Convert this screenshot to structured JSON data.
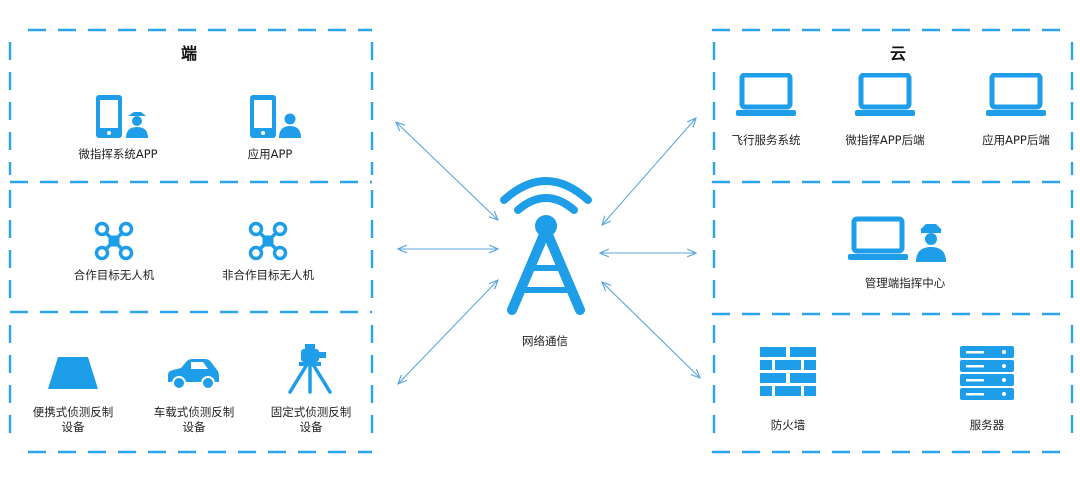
{
  "colors": {
    "accent": "#1e9ee8",
    "dash": "#2ba6ee",
    "arrow": "#5aa9e0",
    "text": "#1f1f1f"
  },
  "left": {
    "title": "端",
    "top_items": [
      {
        "label": "微指挥系统APP",
        "icon": "phone-officer-icon"
      },
      {
        "label": "应用APP",
        "icon": "phone-user-icon"
      }
    ],
    "mid_items": [
      {
        "label": "合作目标无人机",
        "icon": "drone-icon"
      },
      {
        "label": "非合作目标无人机",
        "icon": "drone-icon"
      }
    ],
    "bottom_items": [
      {
        "line1": "便携式侦测反制",
        "line2": "设备",
        "icon": "portable-device-icon"
      },
      {
        "line1": "车载式侦测反制",
        "line2": "设备",
        "icon": "car-icon"
      },
      {
        "line1": "固定式侦测反制",
        "line2": "设备",
        "icon": "tripod-icon"
      }
    ]
  },
  "center": {
    "label": "网络通信",
    "icon": "signal-tower-icon"
  },
  "right": {
    "title": "云",
    "top_items": [
      {
        "label": "飞行服务系统",
        "icon": "laptop-icon"
      },
      {
        "label": "微指挥APP后端",
        "icon": "laptop-icon"
      },
      {
        "label": "应用APP后端",
        "icon": "laptop-icon"
      }
    ],
    "mid_items": [
      {
        "label": "管理端指挥中心",
        "icon": "laptop-officer-icon"
      }
    ],
    "bottom_items": [
      {
        "label": "防火墙",
        "icon": "firewall-icon"
      },
      {
        "label": "服务器",
        "icon": "server-icon"
      }
    ]
  }
}
